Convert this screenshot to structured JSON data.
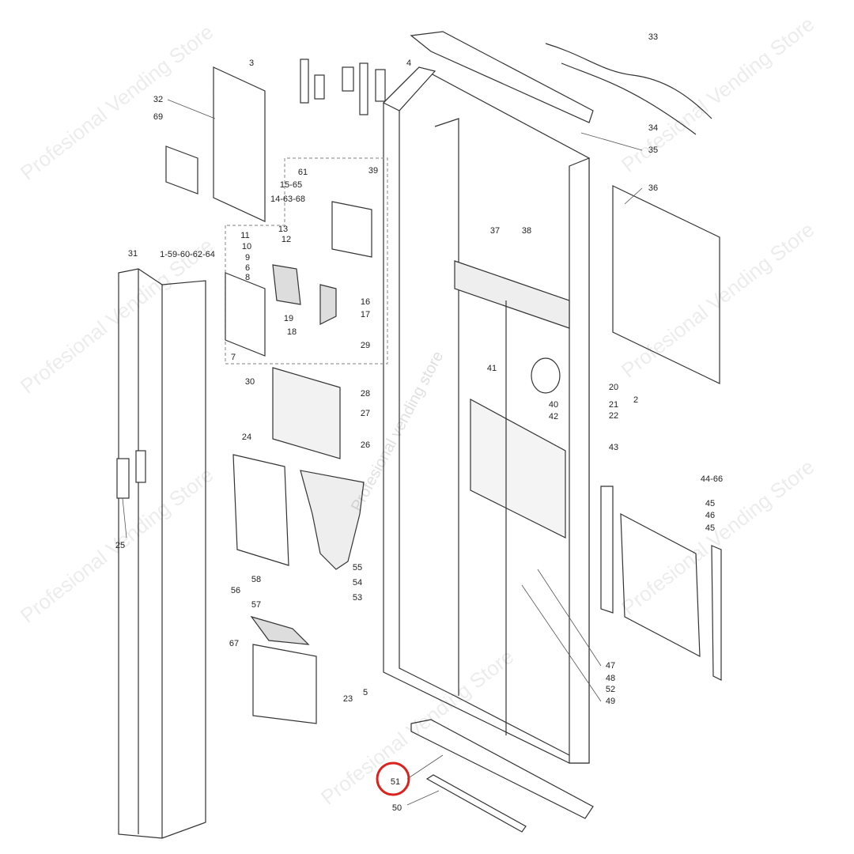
{
  "title": "Exploded parts diagram - vending machine door",
  "watermark": "Profesional Vending Store",
  "watermark_center": "Profesional vending store",
  "highlight_color": "#d9231f",
  "highlighted_part": "51",
  "labels": [
    "3",
    "4",
    "33",
    "32",
    "69",
    "34",
    "35",
    "61",
    "39",
    "15-65",
    "14-63-68",
    "36",
    "13",
    "12",
    "11",
    "1-59-60-62-64",
    "10",
    "9",
    "6",
    "8",
    "31",
    "37",
    "38",
    "16",
    "19",
    "17",
    "18",
    "7",
    "29",
    "30",
    "28",
    "41",
    "20",
    "2",
    "21",
    "40",
    "42",
    "22",
    "27",
    "24",
    "26",
    "43",
    "44-66",
    "45",
    "46",
    "45",
    "25",
    "55",
    "54",
    "53",
    "58",
    "56",
    "57",
    "67",
    "47",
    "48",
    "52",
    "49",
    "23",
    "5",
    "51",
    "50"
  ]
}
